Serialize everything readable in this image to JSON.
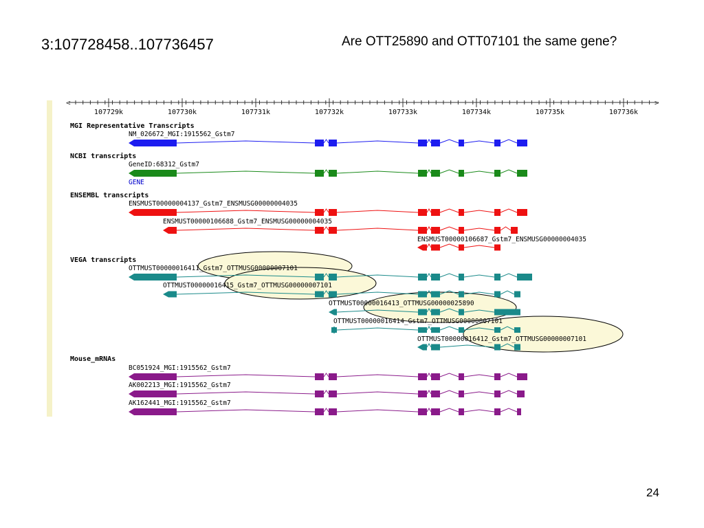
{
  "slide": {
    "title_left": "3:107728458..107736457",
    "title_right": "Are OTT25890 and OTT07101 the same gene?",
    "page_number": "24"
  },
  "colors": {
    "panel_bar": "#f5f2c8",
    "mgi": "#1c1cf0",
    "ncbi": "#1a8a1a",
    "ensembl": "#ee1111",
    "vega": "#1a8a8a",
    "mouse": "#8a1a8a",
    "highlight_fill": "#fbf8d8",
    "gene_link": "#0000cc"
  },
  "ruler": {
    "ticks": [
      "107729k",
      "107730k",
      "107731k",
      "107732k",
      "107733k",
      "107734k",
      "107735k",
      "107736k"
    ]
  },
  "tracks": {
    "mgi": {
      "title": "MGI Representative Transcripts",
      "items": [
        {
          "label": "NM_026672_MGI:1915562_Gstm7"
        }
      ]
    },
    "ncbi": {
      "title": "NCBI transcripts",
      "items": [
        {
          "label": "GeneID:68312_Gstm7",
          "sublabel": "GENE"
        }
      ]
    },
    "ensembl": {
      "title": "ENSEMBL transcripts",
      "items": [
        {
          "label": "ENSMUST00000004137_Gstm7_ENSMUSG00000004035"
        },
        {
          "label": "ENSMUST00000106688_Gstm7_ENSMUSG00000004035"
        },
        {
          "label": "ENSMUST00000106687_Gstm7_ENSMUSG00000004035"
        }
      ]
    },
    "vega": {
      "title": "VEGA transcripts",
      "items": [
        {
          "label": "OTTMUST00000016411_Gstm7_OTTMUSG00000007101"
        },
        {
          "label": "OTTMUST00000016415_Gstm7_OTTMUSG00000007101"
        },
        {
          "label": "OTTMUST00000016413_OTTMUSG00000025890"
        },
        {
          "label": "OTTMUST00000016414_Gstm7_OTTMUSG00000007101"
        },
        {
          "label": "OTTMUST00000016412_Gstm7_OTTMUSG00000007101"
        }
      ]
    },
    "mouse": {
      "title": "Mouse_mRNAs",
      "items": [
        {
          "label": "BC051924_MGI:1915562_Gstm7"
        },
        {
          "label": "AK002213_MGI:1915562_Gstm7"
        },
        {
          "label": "AK162441_MGI:1915562_Gstm7"
        }
      ]
    }
  }
}
